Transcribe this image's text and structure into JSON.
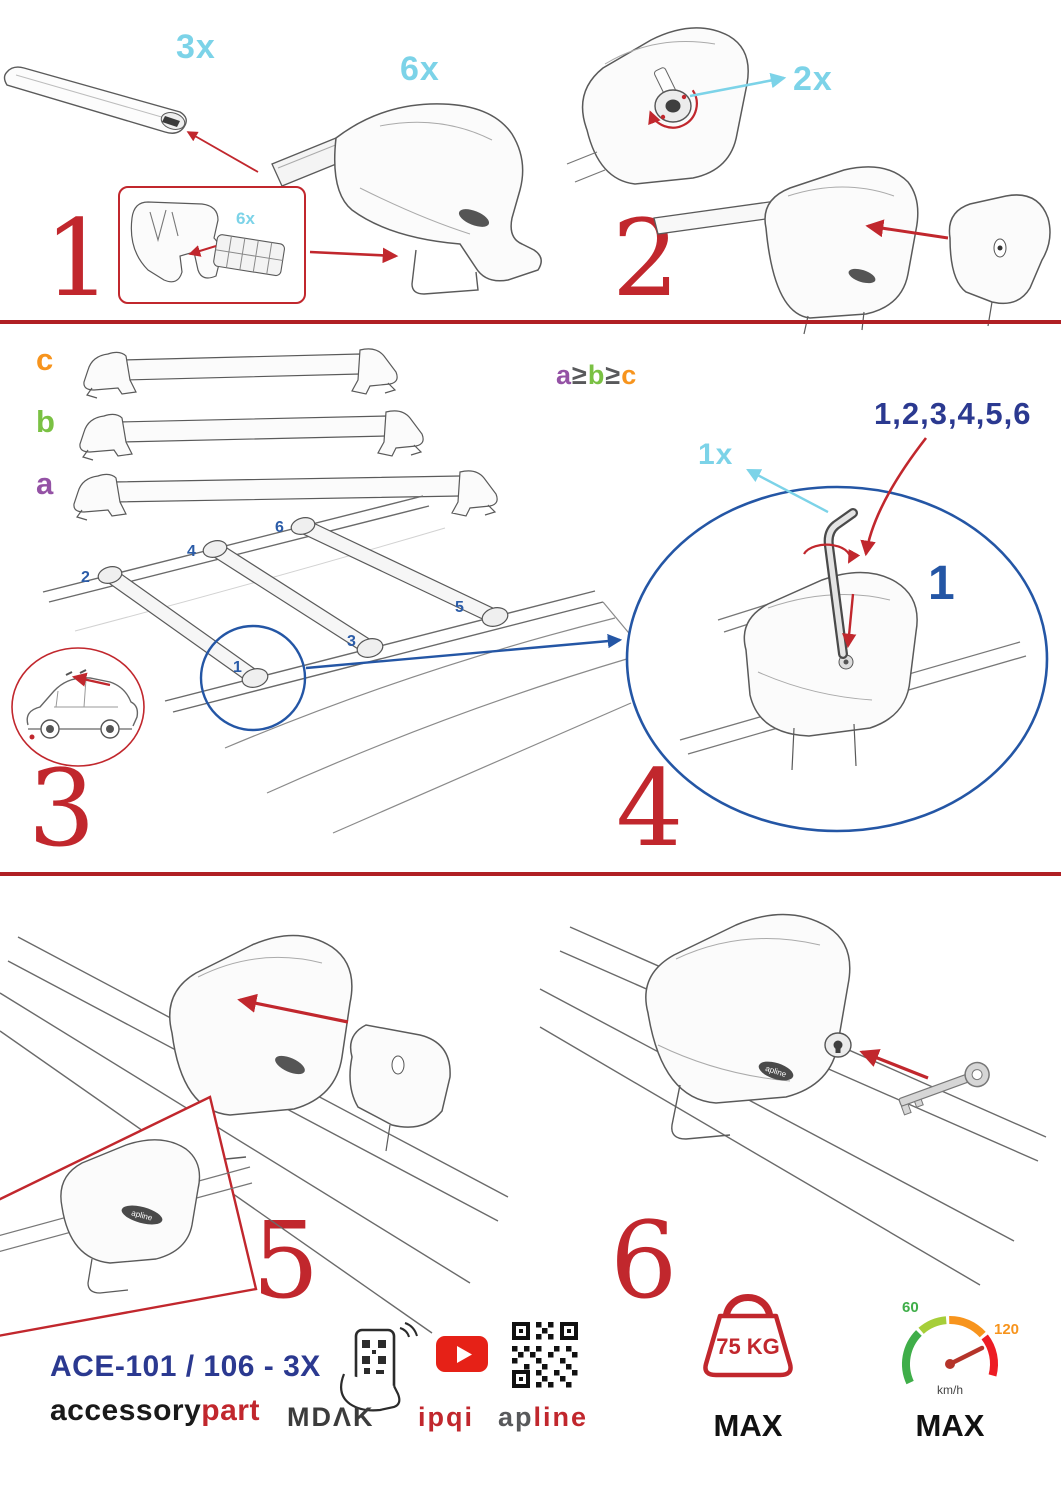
{
  "steps": {
    "one": {
      "number": "1",
      "bar_qty": "3x",
      "foot_qty": "6x",
      "pad_qty": "6x"
    },
    "two": {
      "number": "2",
      "key_qty": "2x"
    },
    "three": {
      "number": "3",
      "label_a": "a",
      "label_b": "b",
      "label_c": "c",
      "rule": {
        "a": "a",
        "ge1": "≥",
        "b": "b",
        "ge2": "≥",
        "c": "c"
      },
      "positions": [
        "1",
        "2",
        "3",
        "4",
        "5",
        "6"
      ]
    },
    "four": {
      "number": "4",
      "sequence": "1,2,3,4,5,6",
      "tool_qty": "1x",
      "callout": "1"
    },
    "five": {
      "number": "5"
    },
    "six": {
      "number": "6"
    }
  },
  "branding": {
    "model": "ACE-101 / 106 - 3X",
    "accessory": "accessory",
    "part": "part",
    "mdak": "MDΛK",
    "ipqi": "ipqi",
    "apline_ap": "ap",
    "apline_line": "line",
    "foot_logo": "apline"
  },
  "limits": {
    "weight": "75 KG",
    "weight_max": "MAX",
    "speed_low": "60",
    "speed_high": "120",
    "speed_unit": "km/h",
    "speed_max": "MAX"
  },
  "colors": {
    "accent_red": "#c1272d",
    "label_cyan": "#7cd3e8",
    "step_blue": "#2456a5",
    "model_blue": "#2b3990",
    "size_a_purple": "#9452a5",
    "size_b_green": "#7ac143",
    "size_c_orange": "#f7941d"
  }
}
